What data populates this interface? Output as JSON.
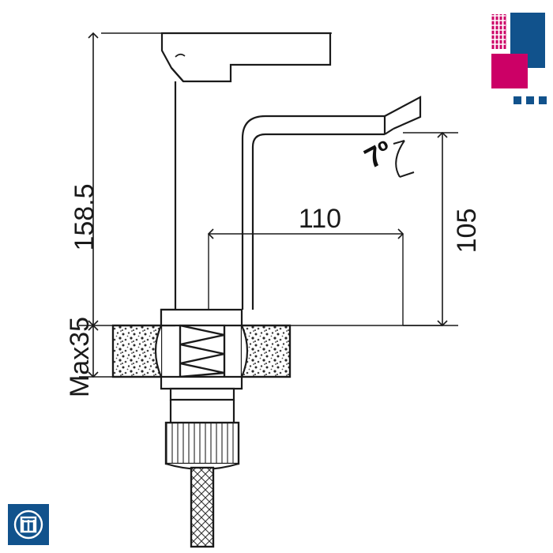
{
  "document": {
    "type": "technical-drawing",
    "subject": "basin-mixer-tap-dimensioned-elevation",
    "background_color": "#ffffff",
    "line_color": "#1a1a1a"
  },
  "dimensions": {
    "height_overall": "158.5",
    "reach": "110",
    "spout_height": "105",
    "max_deck_thickness": "Max35",
    "outlet_angle": "7º"
  },
  "annotations": {
    "height_overall_label": "158.5",
    "reach_label": "110",
    "spout_height_label": "105",
    "deck_label": "Max35",
    "angle_label": "7º"
  },
  "logo_top_right": {
    "name": "corner-brand-mark",
    "colors": {
      "blue": "#11528c",
      "magenta": "#cc0066",
      "hatch": "#cc0066"
    }
  },
  "logo_bottom_left": {
    "name": "company-logo",
    "glyph": "m",
    "background_color": "#11528c",
    "text_color": "#ffffff"
  },
  "hatching": {
    "countertop_fill": "speckle",
    "thread_fill": "zigzag",
    "hose_fill": "braided-mesh"
  }
}
